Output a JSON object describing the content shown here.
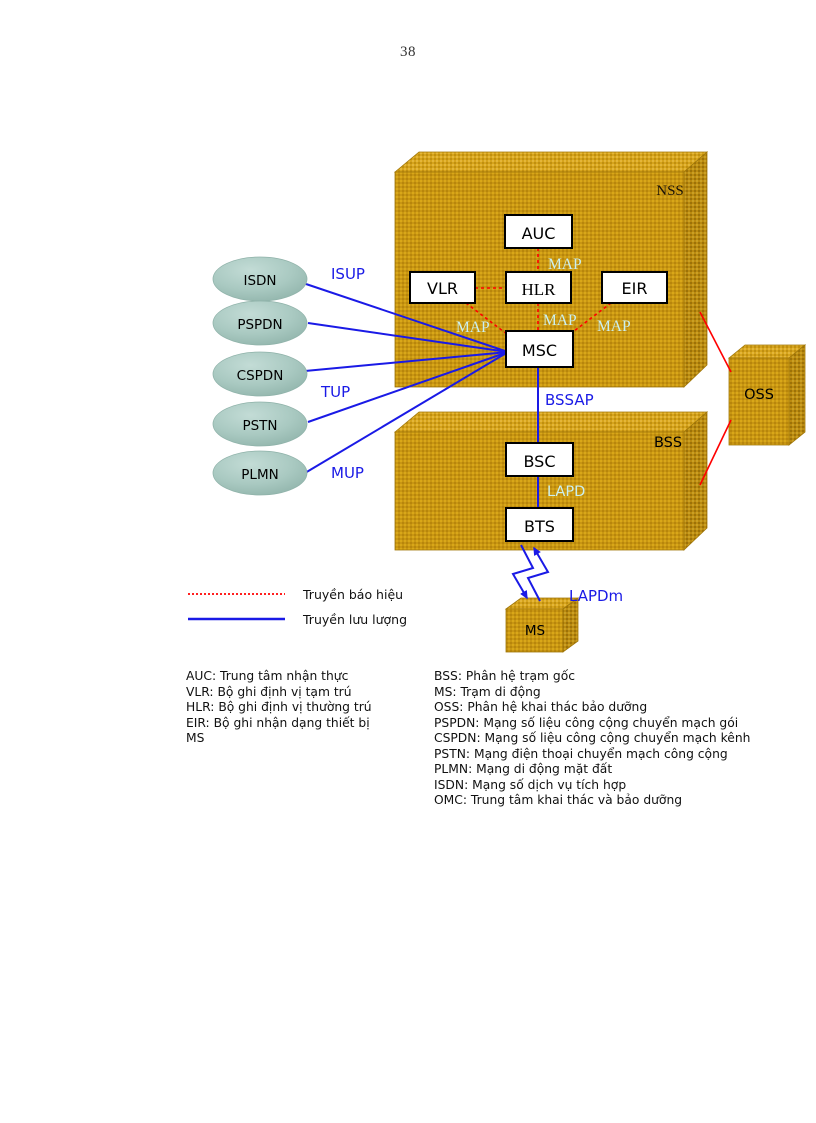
{
  "page": {
    "number": "38"
  },
  "diagram": {
    "nss_block_label": "NSS",
    "bss_block_label": "BSS",
    "oss_block_label": "OSS",
    "ms_block_label": "MS",
    "nodes": {
      "auc": "AUC",
      "vlr": "VLR",
      "hlr": "HLR",
      "eir": "EIR",
      "msc": "MSC",
      "bsc": "BSC",
      "bts": "BTS"
    },
    "external_networks": [
      {
        "id": "isdn",
        "label": "ISDN"
      },
      {
        "id": "pspdn",
        "label": "PSPDN"
      },
      {
        "id": "cspdn",
        "label": "CSPDN"
      },
      {
        "id": "pstn",
        "label": "PSTN"
      },
      {
        "id": "plmn",
        "label": "PLMN"
      }
    ],
    "interface_labels": {
      "isup": "ISUP",
      "tup": "TUP",
      "mup": "MUP",
      "bssap": "BSSAP",
      "lapd": "LAPD",
      "lapdm": "LAPDm",
      "map_auc_hlr": "MAP",
      "map_vlr_msc": "MAP",
      "map_hlr_msc": "MAP",
      "map_eir_msc": "MAP"
    },
    "colors": {
      "block_gold": "#c89613",
      "block_gold_top": "#dcb02c",
      "block_gold_side": "#a87c0b",
      "ellipse_teal": "#a8c8c0",
      "signal_red": "#ff0000",
      "traffic_blue": "#1a1ae6",
      "map_label": "#ccf0f0",
      "box_fill": "#ffffff",
      "box_stroke": "#000000"
    }
  },
  "legend": {
    "items": [
      {
        "style": "dotted-red",
        "label": "Truyền báo hiệu"
      },
      {
        "style": "solid-blue",
        "label": "Truyền lưu lượng"
      }
    ]
  },
  "abbreviations": {
    "left_column": [
      "AUC: Trung tâm nhận thực",
      "VLR: Bộ ghi định vị tạm trú",
      "HLR: Bộ ghi định vị thường trú",
      "EIR: Bộ ghi nhận dạng thiết bị",
      "MS"
    ],
    "right_column": [
      "BSS: Phân hệ trạm gốc",
      "MS: Trạm di động",
      "OSS: Phân hệ khai thác bảo dưỡng",
      "PSPDN: Mạng số liệu công cộng chuyển mạch gói",
      "CSPDN: Mạng số liệu công cộng chuyển mạch kênh",
      "PSTN: Mạng điện thoại chuyển mạch công cộng",
      "PLMN: Mạng di động mặt đất",
      "ISDN: Mạng số dịch vụ tích hợp",
      "OMC: Trung tâm khai thác và bảo dưỡng"
    ]
  }
}
